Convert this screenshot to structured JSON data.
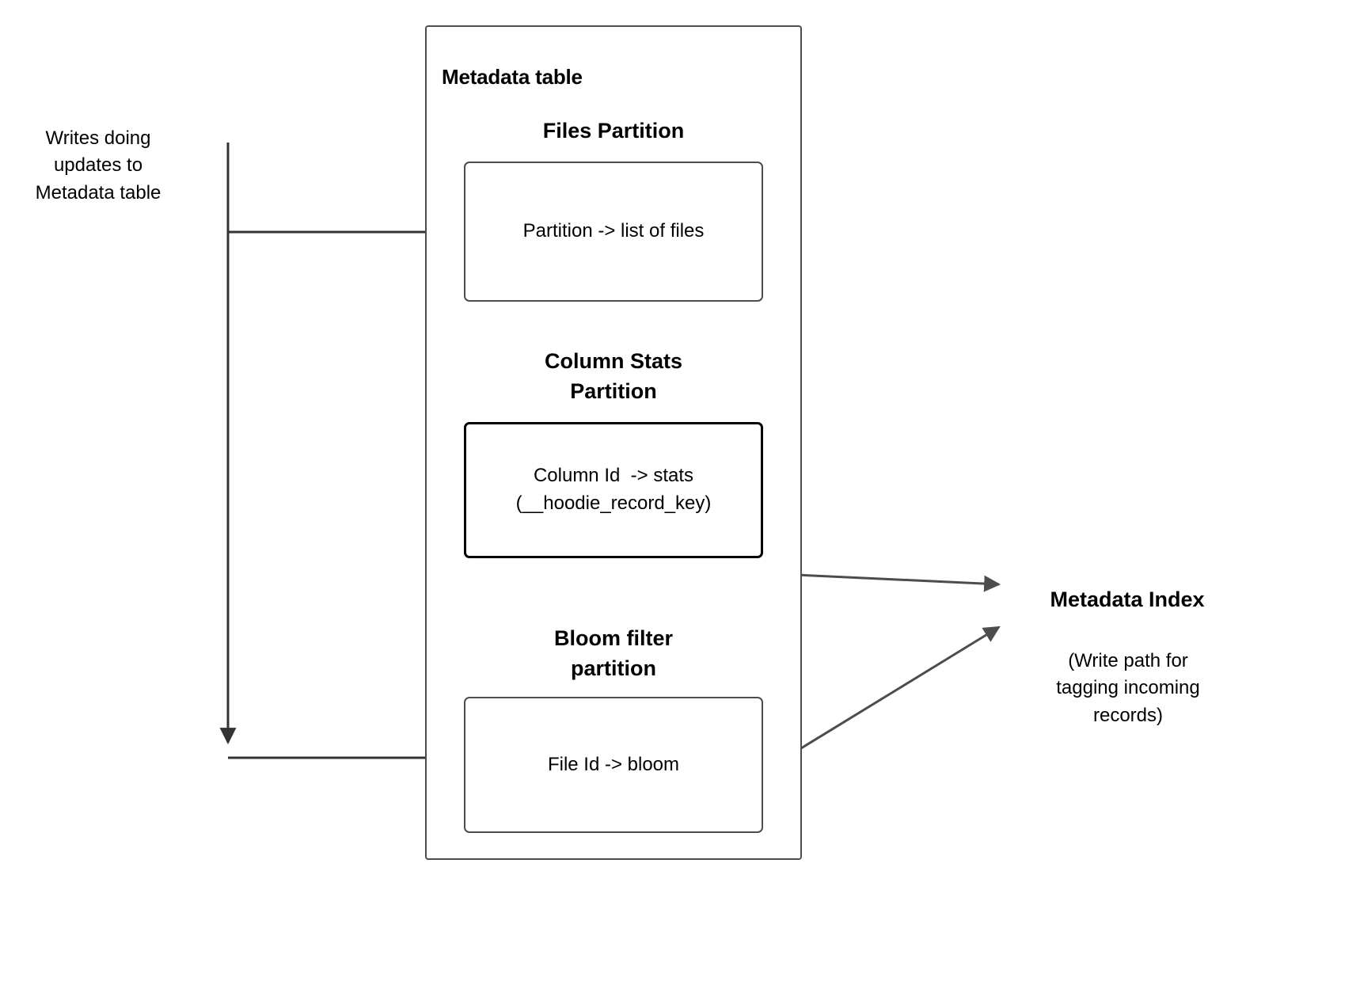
{
  "diagram": {
    "title_hidden": "",
    "outer": {
      "label": "Metadata table"
    },
    "sections": [
      {
        "heading": "Files Partition",
        "box_text": "Partition -> list of files"
      },
      {
        "heading": "Column Stats\nPartition",
        "box_text": "Column Id  -> stats\n(__hoodie_record_key)"
      },
      {
        "heading": "Bloom filter\npartition",
        "box_text": "File Id -> bloom"
      }
    ],
    "left_note": "Writes doing\nupdates to\nMetadata table",
    "right_title": "Metadata Index",
    "right_note": "(Write path for\ntagging incoming\nrecords)",
    "colors": {
      "stroke": "#4d4d4d",
      "stroke_dark": "#333333",
      "text": "#000000",
      "background": "#ffffff"
    }
  }
}
